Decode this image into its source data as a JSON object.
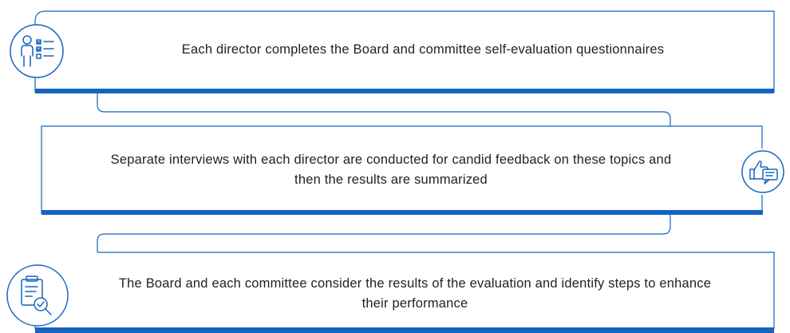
{
  "colors": {
    "accent": "#1565c0",
    "text": "#222222",
    "background": "#ffffff"
  },
  "steps": [
    {
      "text": "Each director completes the Board and committee self-evaluation questionnaires",
      "icon": "questionnaire-icon"
    },
    {
      "text": "Separate interviews with each director are conducted for candid feedback on these topics and then the results are summarized",
      "icon": "thumbs-up-chat-icon"
    },
    {
      "text": "The Board and each committee consider the results of the evaluation and identify steps to enhance their performance",
      "icon": "clipboard-check-icon"
    }
  ]
}
